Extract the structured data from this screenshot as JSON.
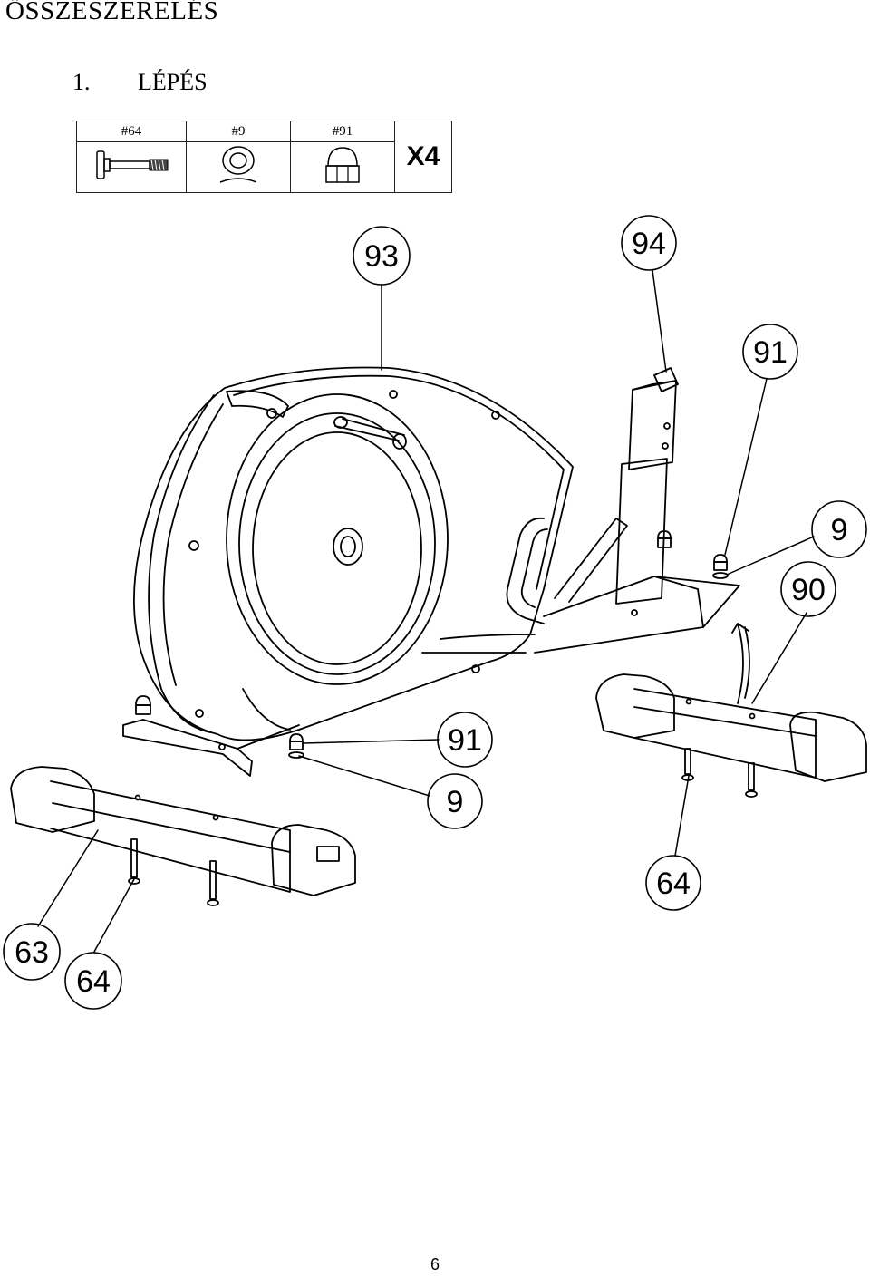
{
  "page": {
    "title": "ÖSSZESZERELÉS",
    "step_number": "1.",
    "step_label": "LÉPÉS",
    "page_number": "6"
  },
  "parts_table": {
    "parts": [
      {
        "id": "#64",
        "icon": "bolt-icon"
      },
      {
        "id": "#9",
        "icon": "washer-icon"
      },
      {
        "id": "#91",
        "icon": "cap-nut-icon"
      }
    ],
    "quantity": "X4"
  },
  "callouts": {
    "c93": "93",
    "c94": "94",
    "c91a": "91",
    "c9a": "9",
    "c90": "90",
    "c91b": "91",
    "c9b": "9",
    "c64a": "64",
    "c63": "63",
    "c64b": "64"
  },
  "colors": {
    "line": "#000000",
    "background": "#ffffff"
  }
}
